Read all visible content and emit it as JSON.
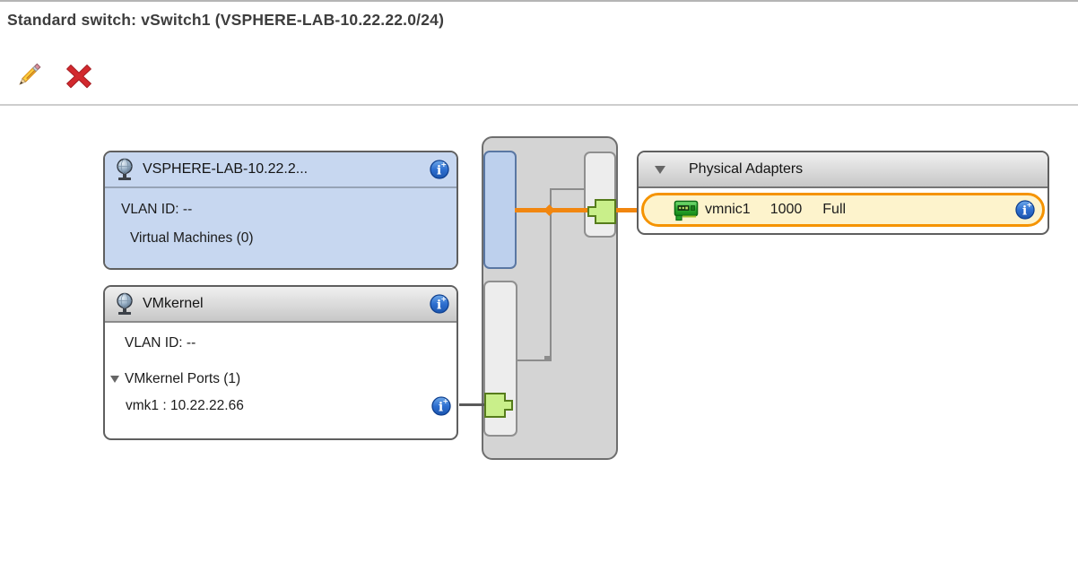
{
  "window": {
    "title": "Standard switch: vSwitch1 (VSPHERE-LAB-10.22.22.0/24)"
  },
  "toolbar": {
    "buttons": [
      {
        "icon": "pencil-edit-icon",
        "action": "edit"
      },
      {
        "icon": "red-x-delete-icon",
        "action": "remove"
      }
    ]
  },
  "diagram": {
    "port_groups": [
      {
        "icon": "port-group-globe-icon",
        "name": "VSPHERE-LAB-10.22.2...",
        "rows": [
          "VLAN ID: --",
          "Virtual Machines (0)"
        ],
        "selected": true,
        "info_icon": "info-icon"
      },
      {
        "icon": "port-group-globe-icon",
        "name": "VMkernel",
        "rows": [
          "VLAN ID: --",
          "VMkernel Ports (1)",
          "vmk1 : 10.22.22.66"
        ],
        "expanded": true,
        "info_icon": "info-icon"
      }
    ],
    "physical_adapters": {
      "header": "Physical Adapters",
      "expander": "triangle-down-icon",
      "adapters": [
        {
          "icon": "nic-card-icon",
          "name": "vmnic1",
          "speed": "1000",
          "duplex": "Full",
          "highlighted": true,
          "info_icon": "info-icon"
        }
      ]
    },
    "colors": {
      "selection_blue": "#c7d7f0",
      "uplink_orange": "#f1860f",
      "adapter_highlight_fill": "#fdf3cc",
      "adapter_highlight_border": "#f59300",
      "connector_green": "#c9ef8a",
      "connector_green_border": "#567c1c",
      "info_blue": "#2e6fd0"
    }
  }
}
